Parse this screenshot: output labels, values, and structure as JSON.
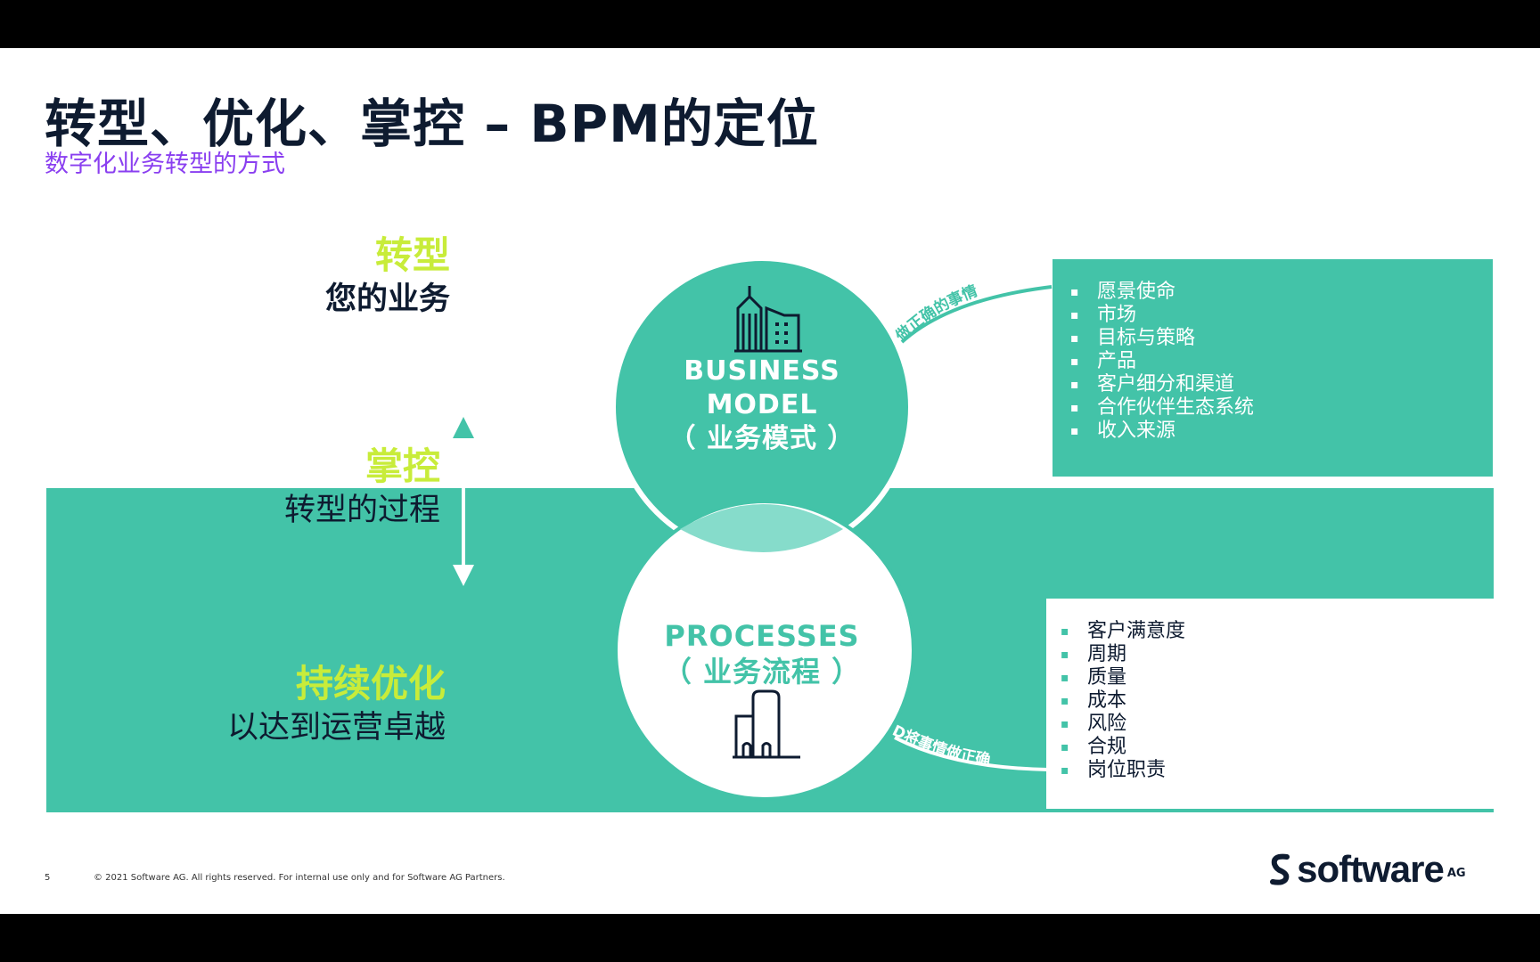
{
  "title": "转型、优化、掌控 – BPM的定位",
  "subtitle": "数字化业务转型的方式",
  "left_labels": {
    "transform": {
      "highlight": "转型",
      "sub": "您的业务"
    },
    "control": {
      "highlight": "掌控",
      "sub": "转型的过程"
    },
    "optimize": {
      "highlight": "持续优化",
      "sub": "以达到运营卓越"
    }
  },
  "business_model": {
    "line1": "BUSINESS",
    "line2": "MODEL",
    "line3": "（ 业务模式 ）"
  },
  "processes": {
    "line1": "PROCESSES",
    "line2": "（ 业务流程 ）"
  },
  "arc_labels": {
    "top": "做正确的事情",
    "bottom": "D将事情做正确"
  },
  "business_items": [
    "愿景使命",
    "市场",
    "目标与策略",
    "产品",
    "客户细分和渠道",
    "合作伙伴生态系统",
    " 收入来源"
  ],
  "process_items": [
    "客户满意度",
    "周期",
    "质量",
    "成本",
    "风险",
    "合规",
    "岗位职责"
  ],
  "footer": {
    "page_number": "5",
    "copyright": "© 2021 Software AG. All rights reserved. For internal use only and for Software AG Partners.",
    "logo_text": "software",
    "logo_suffix": "AG"
  },
  "colors": {
    "teal": "#43c3a8",
    "lime": "#c8ec3a",
    "navy": "#0e1b30",
    "purple": "#8a3ff0"
  },
  "icons": {
    "business": "office-buildings-icon",
    "processes": "factory-buildings-icon",
    "arrow": "double-arrow-icon"
  }
}
